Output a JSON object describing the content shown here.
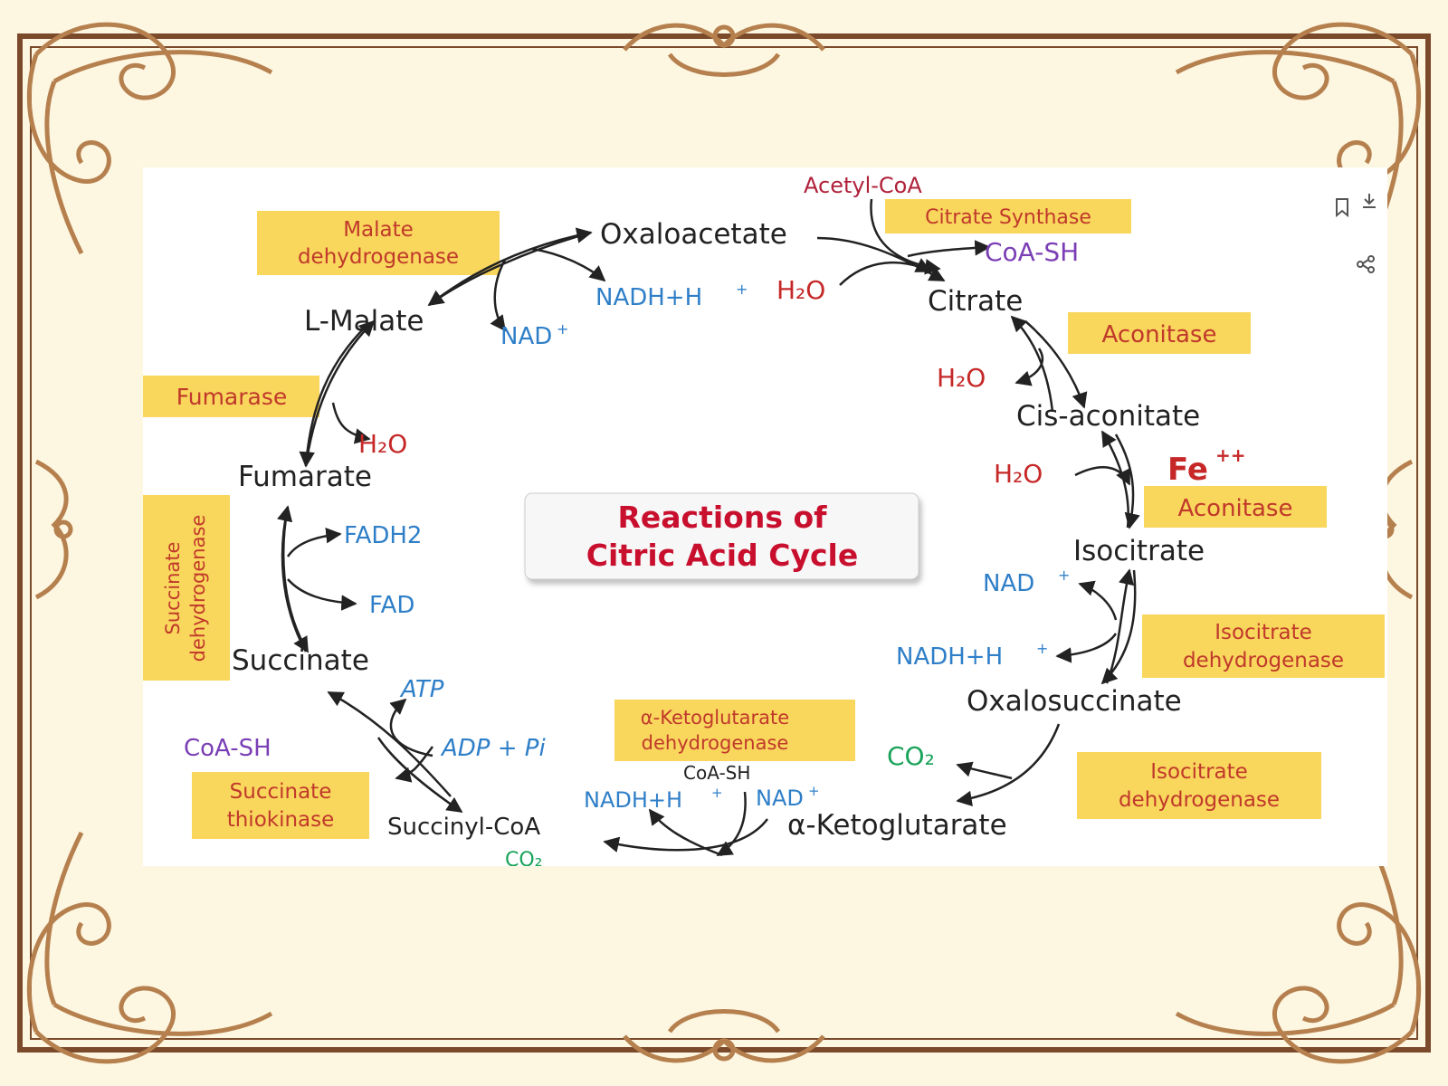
{
  "title_line1": "Reactions of",
  "title_line2": "Citric Acid Cycle",
  "metabolites": {
    "oxaloacetate": "Oxaloacetate",
    "citrate": "Citrate",
    "cis_aconitate": "Cis-aconitate",
    "isocitrate": "Isocitrate",
    "oxalosuccinate": "Oxalosuccinate",
    "a_ketoglutarate": "α-Ketoglutarate",
    "succinyl_coa": "Succinyl-CoA",
    "succinate": "Succinate",
    "fumarate": "Fumarate",
    "l_malate": "L-Malate"
  },
  "cofactors": {
    "acetyl_coa": "Acetyl-CoA",
    "coash_citrate": "CoA-SH",
    "h2o_citrate": "H₂O",
    "h2o_aconitase1": "H₂O",
    "fe": "Fe",
    "fe_sup": "++",
    "h2o_aconitase2": "H₂O",
    "nad_isocitrate": "NAD",
    "nadh_isocitrate": "NADH+H",
    "co2_oxalosuccinate": "CO₂",
    "coash_akg": "CoA-SH",
    "nadh_akg": "NADH+H",
    "nad_akg": "NAD",
    "co2_akg": "CO₂",
    "atp": "ATP",
    "adp": "ADP + Pi",
    "coash_succinyl": "CoA-SH",
    "fadh2": "FADH2",
    "fad": "FAD",
    "h2o_fumarase": "H₂O",
    "nad_malate": "NAD",
    "nadh_malate": "NADH+H",
    "charge_plus": "+"
  },
  "enzymes": {
    "citrate_synthase": "Citrate Synthase",
    "aconitase1": "Aconitase",
    "aconitase2": "Aconitase",
    "isocitrate_dh1_l1": "Isocitrate",
    "isocitrate_dh1_l2": "dehydrogenase",
    "isocitrate_dh2_l1": "Isocitrate",
    "isocitrate_dh2_l2": "dehydrogenase",
    "akg_dh_l1": "α-Ketoglutarate",
    "akg_dh_l2": "dehydrogenase",
    "succinate_thiokinase_l1": "Succinate",
    "succinate_thiokinase_l2": "thiokinase",
    "succinate_dh_l1": "Succinate",
    "succinate_dh_l2": "dehydrogenase",
    "fumarase": "Fumarase",
    "malate_dh_l1": "Malate",
    "malate_dh_l2": "dehydrogenase"
  },
  "colors": {
    "page_background": "#fdf6e1",
    "frame_brown": "#7a4a2a",
    "ornament": "#b5804e",
    "enzyme_box": "#f9d65c",
    "enzyme_text": "#c0392b",
    "metabolite": "#222222",
    "nad_blue": "#2f7fc8",
    "water_red": "#c62828",
    "coa_purple": "#7a3fb5",
    "co2_green": "#1aa35a",
    "title_red": "#c8102e"
  },
  "icons": [
    "bookmark-icon",
    "download-icon",
    "share-icon"
  ]
}
